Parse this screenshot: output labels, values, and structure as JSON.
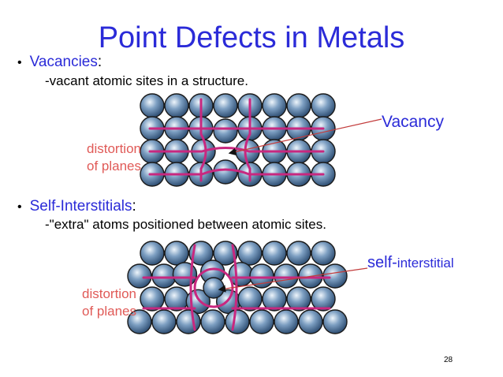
{
  "title": "Point Defects in Metals",
  "vacancies": {
    "bullet_symbol": "•",
    "term": "Vacancies",
    "colon": ":",
    "description": "-vacant atomic sites in a structure.",
    "distortion_line1": "distortion",
    "distortion_line2": "of planes",
    "callout": "Vacancy"
  },
  "interstitials": {
    "bullet_symbol": "•",
    "term": "Self-Interstitials",
    "colon": ":",
    "description": "-\"extra\" atoms positioned between atomic sites.",
    "distortion_line1": "distortion",
    "distortion_line2": "of planes",
    "callout_part1": "self-",
    "callout_part2": "interstitial"
  },
  "page_number": "28",
  "colors": {
    "title_blue": "#2b2bd8",
    "annotation_red": "#e05a57",
    "plane_magenta": "#c8287f",
    "atom_blue": "#7d9fc2",
    "atom_outline": "#1a1a1a"
  }
}
